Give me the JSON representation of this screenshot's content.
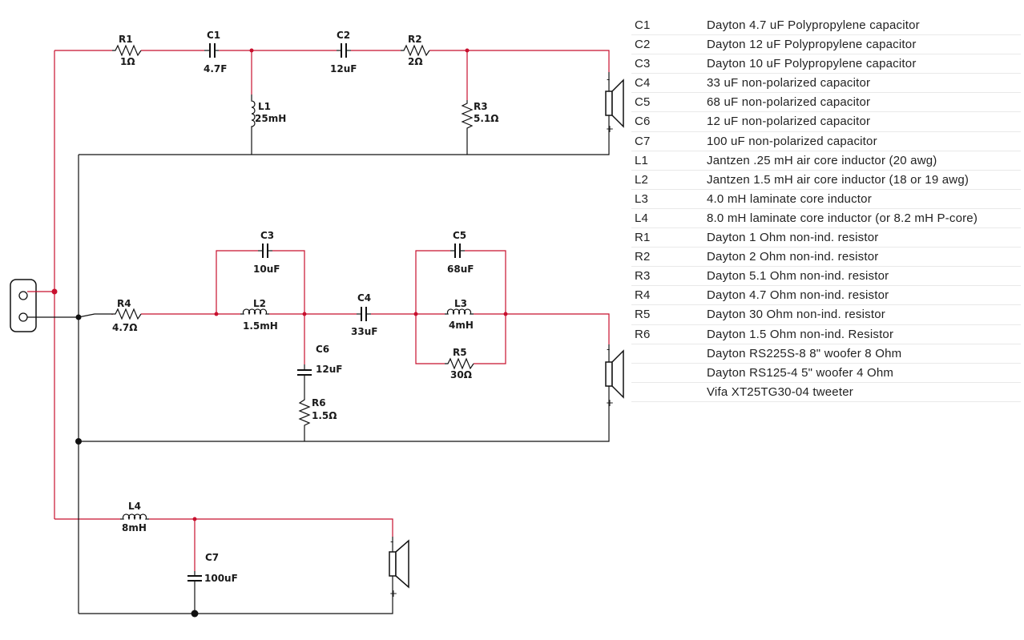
{
  "components": {
    "R1": {
      "ref": "R1",
      "value": "1Ω"
    },
    "C1": {
      "ref": "C1",
      "value": "4.7F"
    },
    "C2": {
      "ref": "C2",
      "value": "12uF"
    },
    "R2": {
      "ref": "R2",
      "value": "2Ω"
    },
    "L1": {
      "ref": "L1",
      "value": "25mH"
    },
    "R3": {
      "ref": "R3",
      "value": "5.1Ω"
    },
    "C3": {
      "ref": "C3",
      "value": "10uF"
    },
    "R4": {
      "ref": "R4",
      "value": "4.7Ω"
    },
    "L2": {
      "ref": "L2",
      "value": "1.5mH"
    },
    "C4": {
      "ref": "C4",
      "value": "33uF"
    },
    "C5": {
      "ref": "C5",
      "value": "68uF"
    },
    "L3": {
      "ref": "L3",
      "value": "4mH"
    },
    "R5": {
      "ref": "R5",
      "value": "30Ω"
    },
    "C6": {
      "ref": "C6",
      "value": "12uF"
    },
    "R6": {
      "ref": "R6",
      "value": "1.5Ω"
    },
    "L4": {
      "ref": "L4",
      "value": "8mH"
    },
    "C7": {
      "ref": "C7",
      "value": "100uF"
    }
  },
  "polarity": {
    "minus": "-",
    "plus": "+"
  },
  "parts_list": [
    {
      "ref": "C1",
      "desc": "Dayton 4.7 uF Polypropylene capacitor"
    },
    {
      "ref": "C2",
      "desc": "Dayton 12 uF Polypropylene capacitor"
    },
    {
      "ref": "C3",
      "desc": "Dayton  10 uF Polypropylene capacitor"
    },
    {
      "ref": "C4",
      "desc": "33 uF non-polarized capacitor"
    },
    {
      "ref": "C5",
      "desc": "68 uF non-polarized capacitor"
    },
    {
      "ref": "C6",
      "desc": "12 uF non-polarized capacitor"
    },
    {
      "ref": "C7",
      "desc": "100 uF non-polarized capacitor"
    },
    {
      "ref": "L1",
      "desc": "Jantzen .25 mH air core inductor (20 awg)"
    },
    {
      "ref": "L2",
      "desc": "Jantzen 1.5 mH air core inductor (18 or 19 awg)"
    },
    {
      "ref": "L3",
      "desc": "4.0 mH laminate core inductor"
    },
    {
      "ref": "L4",
      "desc": "8.0 mH laminate core inductor (or 8.2 mH P-core)"
    },
    {
      "ref": "R1",
      "desc": "Dayton 1 Ohm non-ind. resistor"
    },
    {
      "ref": "R2",
      "desc": "Dayton 2 Ohm non-ind. resistor"
    },
    {
      "ref": "R3",
      "desc": "Dayton 5.1 Ohm non-ind. resistor"
    },
    {
      "ref": "R4",
      "desc": "Dayton 4.7 Ohm non-ind. resistor"
    },
    {
      "ref": "R5",
      "desc": "Dayton 30 Ohm non-ind. resistor"
    },
    {
      "ref": "R6",
      "desc": "Dayton 1.5 Ohm non-ind. Resistor"
    },
    {
      "ref": "",
      "desc": "Dayton RS225S-8 8\" woofer 8 Ohm"
    },
    {
      "ref": "",
      "desc": "Dayton RS125-4 5\" woofer 4 Ohm"
    },
    {
      "ref": "",
      "desc": "Vifa XT25TG30-04 tweeter"
    }
  ],
  "colors": {
    "wire_positive": "#c8102e",
    "wire_ground": "#111111"
  }
}
